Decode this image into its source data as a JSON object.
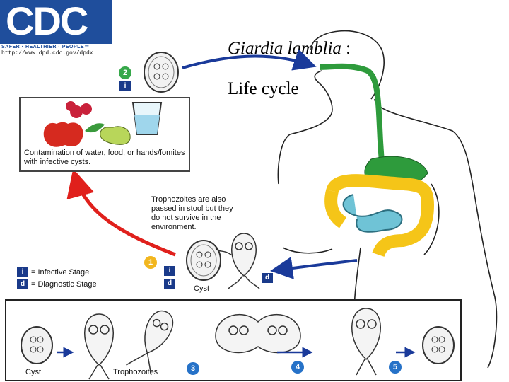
{
  "logo": {
    "text": "CDC",
    "tagline": "SAFER · HEALTHIER · PEOPLE™",
    "url": "http://www.dpd.cdc.gov/dpdx"
  },
  "title": {
    "species": "Giardia lamblia",
    "colon": " :",
    "subtitle": "Life cycle"
  },
  "steps": {
    "s1": "1",
    "s2": "2",
    "s3": "3",
    "s4": "4",
    "s5": "5",
    "i": "i",
    "d": "d"
  },
  "contamination_caption": "Contamination of water, food, or hands/fomites with infective cysts.",
  "trophozoite_note": "Trophozoites are also passed in stool but they do not survive in the environment.",
  "legend": {
    "infective": "= Infective Stage",
    "diagnostic": "= Diagnostic Stage"
  },
  "labels": {
    "cyst": "Cyst",
    "cyst_bottom": "Cyst",
    "trophozoites": "Trophozoites"
  },
  "colors": {
    "arrow_blue": "#1a3a9a",
    "arrow_red": "#e0201c",
    "green": "#2e9b3c",
    "yellow": "#f5c518",
    "cyan": "#6fc3d6",
    "badge_yellow": "#f2b61e",
    "badge_green": "#36a84a",
    "badge_blue": "#2672c8"
  }
}
